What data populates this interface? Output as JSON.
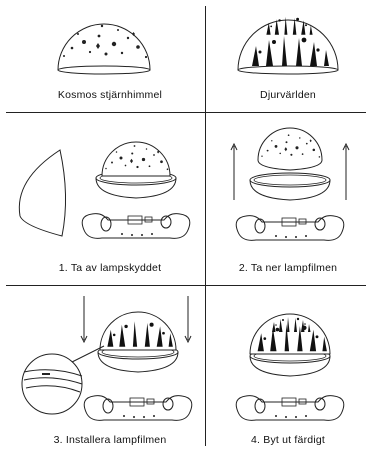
{
  "captions": {
    "cosmos": "Kosmos stjärnhimmel",
    "animal": "Djurvärlden",
    "step1": "1. Ta av lampskyddet",
    "step2": "2. Ta ner lampfilmen",
    "step3": "3. Installera lampfilmen",
    "step4": "4. Byt ut färdigt"
  }
}
